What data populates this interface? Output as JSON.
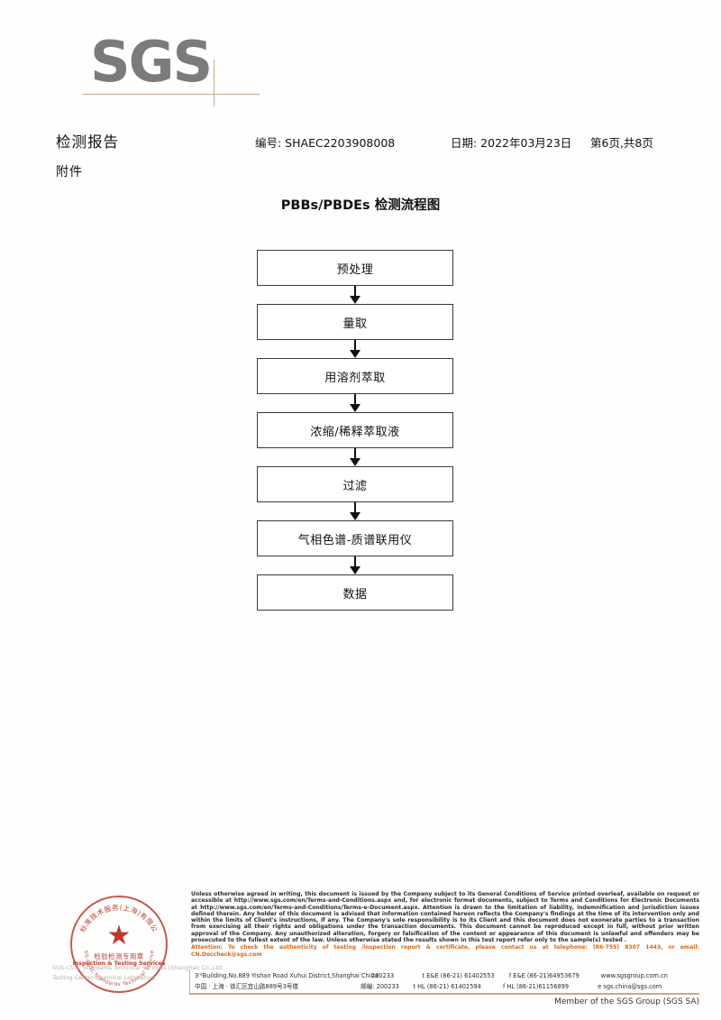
{
  "brand": {
    "logo_text": "SGS",
    "member_line": "Member of the SGS Group (SGS SA)"
  },
  "header": {
    "title": "检测报告",
    "subtitle": "附件",
    "report_no": "编号: SHAEC2203908008",
    "date": "日期: 2022年03月23日",
    "page": "第6页,共8页"
  },
  "flowchart": {
    "title": "PBBs/PBDEs 检测流程图",
    "steps": [
      {
        "label": "预处理"
      },
      {
        "label": "量取"
      },
      {
        "label": "用溶剂萃取"
      },
      {
        "label": "浓缩/稀释萃取液"
      },
      {
        "label": "过滤"
      },
      {
        "label": "气相色谱-质谱联用仪"
      },
      {
        "label": "数据"
      }
    ]
  },
  "stamp": {
    "arc_cn": "标准技术服务(上海)有限公",
    "center_cn": "检验检测专用章",
    "center_en": "Inspection & Testing Services",
    "arc_en": "SGS-CSTC Standards Technical Services",
    "watermark_line1": "SGS-CSTC Standards Technical Services (Shanghai) Co.,Ltd.",
    "watermark_line2": "Testing Center-Chemical Laboratory",
    "color": "#c0392b"
  },
  "footer": {
    "legal_p1": "Unless otherwise agreed in writing, this document is issued by the Company subject to its General Conditions of Service printed overleaf, available on request or accessible at http://www.sgs.com/en/Terms-and-Conditions.aspx and, for electronic format documents, subject to Terms and Conditions for Electronic Documents at http://www.sgs.com/en/Terms-and-Conditions/Terms-e-Document.aspx. Attention is drawn to the limitation of liability, indemnification and jurisdiction issues defined therein. Any holder of this document is advised that information contained hereon reflects the Company's findings at the time of its intervention only and within the limits of Client's instructions, if any. The Company's sole responsibility is to its Client and this document does not exonerate parties to a transaction from exercising all their rights and obligations under the transaction documents. This document cannot be reproduced except in full, without prior written approval of the Company. Any unauthorized alteration, forgery or falsification of the content or appearance of this document is unlawful and offenders may be prosecuted to the fullest extent of the law. Unless otherwise stated the results shown in this test report refer only to the sample(s) tested .",
    "attention": "Attention: To check the authenticity of testing /inspection report & certificate, please contact us at telephone: (86-755) 8307 1443, or email: CN.Doccheck@sgs.com",
    "attention_color": "#d2691e",
    "address_en": "3ʳᵈBuilding,No.889 Yishan Road Xuhui District,Shanghai China",
    "zip_en": "200233",
    "tel_en": "t E&E (86-21) 61402553",
    "fax_en": "f E&E (86-21)64953679",
    "web": "www.sgsgroup.com.cn",
    "address_cn": "中国 · 上海 · 徐汇区宜山路889号3号楼",
    "zip_cn": "邮编: 200233",
    "tel_cn": "t HL (86-21) 61402594",
    "fax_cn": "f HL (86-21)61156899",
    "email": "e  sgs.china@sgs.com"
  }
}
